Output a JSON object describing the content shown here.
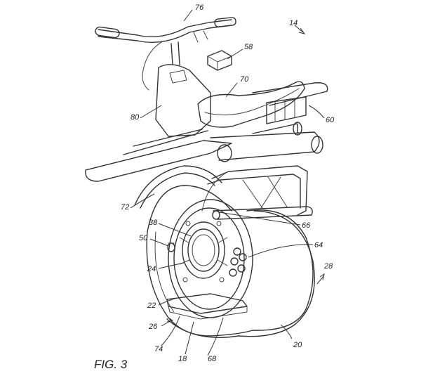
{
  "figure": {
    "caption": "FIG. 3",
    "refs": {
      "r14": "14",
      "r76": "76",
      "r58": "58",
      "r70": "70",
      "r80": "80",
      "r60": "60",
      "r72": "72",
      "r38": "38",
      "r66": "66",
      "r50": "50",
      "r64": "64",
      "r24": "24",
      "r28": "28",
      "r22": "22",
      "r26": "26",
      "r74": "74",
      "r18": "18",
      "r68": "68",
      "r20": "20"
    }
  }
}
